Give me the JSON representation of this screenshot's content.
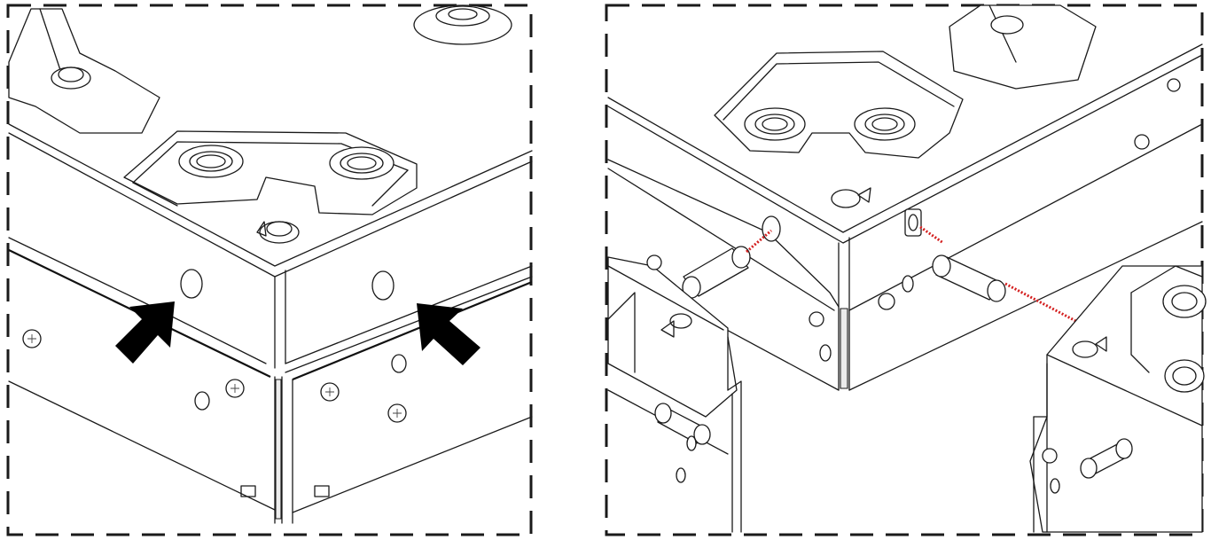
{
  "figure": {
    "panels": [
      {
        "id": "left",
        "content": "corner-of-two-adjacent-display-modules-with-alignment-holes",
        "callouts": 2
      },
      {
        "id": "right",
        "content": "alignment-pins-inserted-between-display-modules"
      }
    ],
    "colors": {
      "line": "#1a1a1a",
      "arrow": "#000000",
      "frame_dash": "#1a1a1a",
      "alignment_guide": "#d42020",
      "background": "#ffffff"
    },
    "icons": [
      "pointing-arrow-icon",
      "screw-icon",
      "alignment-pin-icon",
      "mounting-hole-icon"
    ]
  }
}
